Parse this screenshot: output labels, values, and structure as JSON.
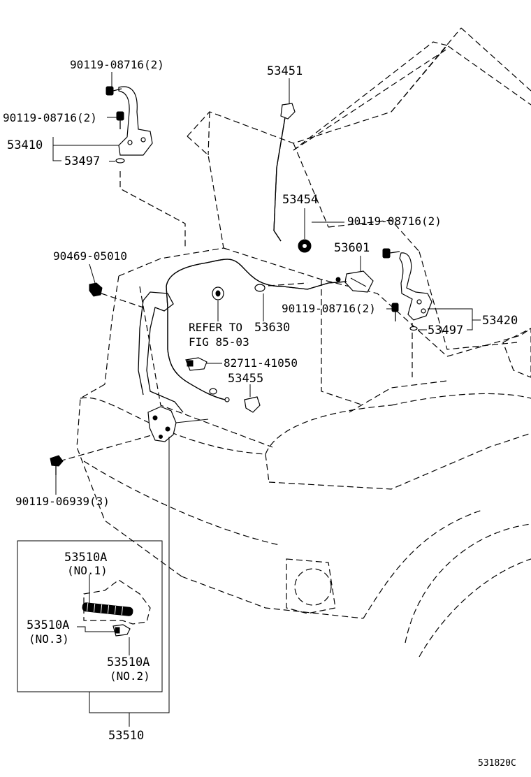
{
  "diagram_code": "531820C",
  "labels": {
    "p53451": "53451",
    "p90119_tl": "90119-08716(2)",
    "p90119_ml": "90119-08716(2)",
    "p53410": "53410",
    "p53497_l": "53497",
    "p53454": "53454",
    "p90119_r": "90119-08716(2)",
    "p53601": "53601",
    "p90469": "90469-05010",
    "p90119_c": "90119-08716(2)",
    "p53420": "53420",
    "p53497_r": "53497",
    "refer_to": "REFER TO",
    "p53630": "53630",
    "fig_ref": "FIG 85-03",
    "p82711": "82711-41050",
    "p53455": "53455",
    "p90119_06939": "90119-06939(3)",
    "p53510a_1": "53510A",
    "no1": "(NO.1)",
    "p53510a_3": "53510A",
    "no3": "(NO.3)",
    "p53510a_2": "53510A",
    "no2": "(NO.2)",
    "p53510": "53510"
  }
}
